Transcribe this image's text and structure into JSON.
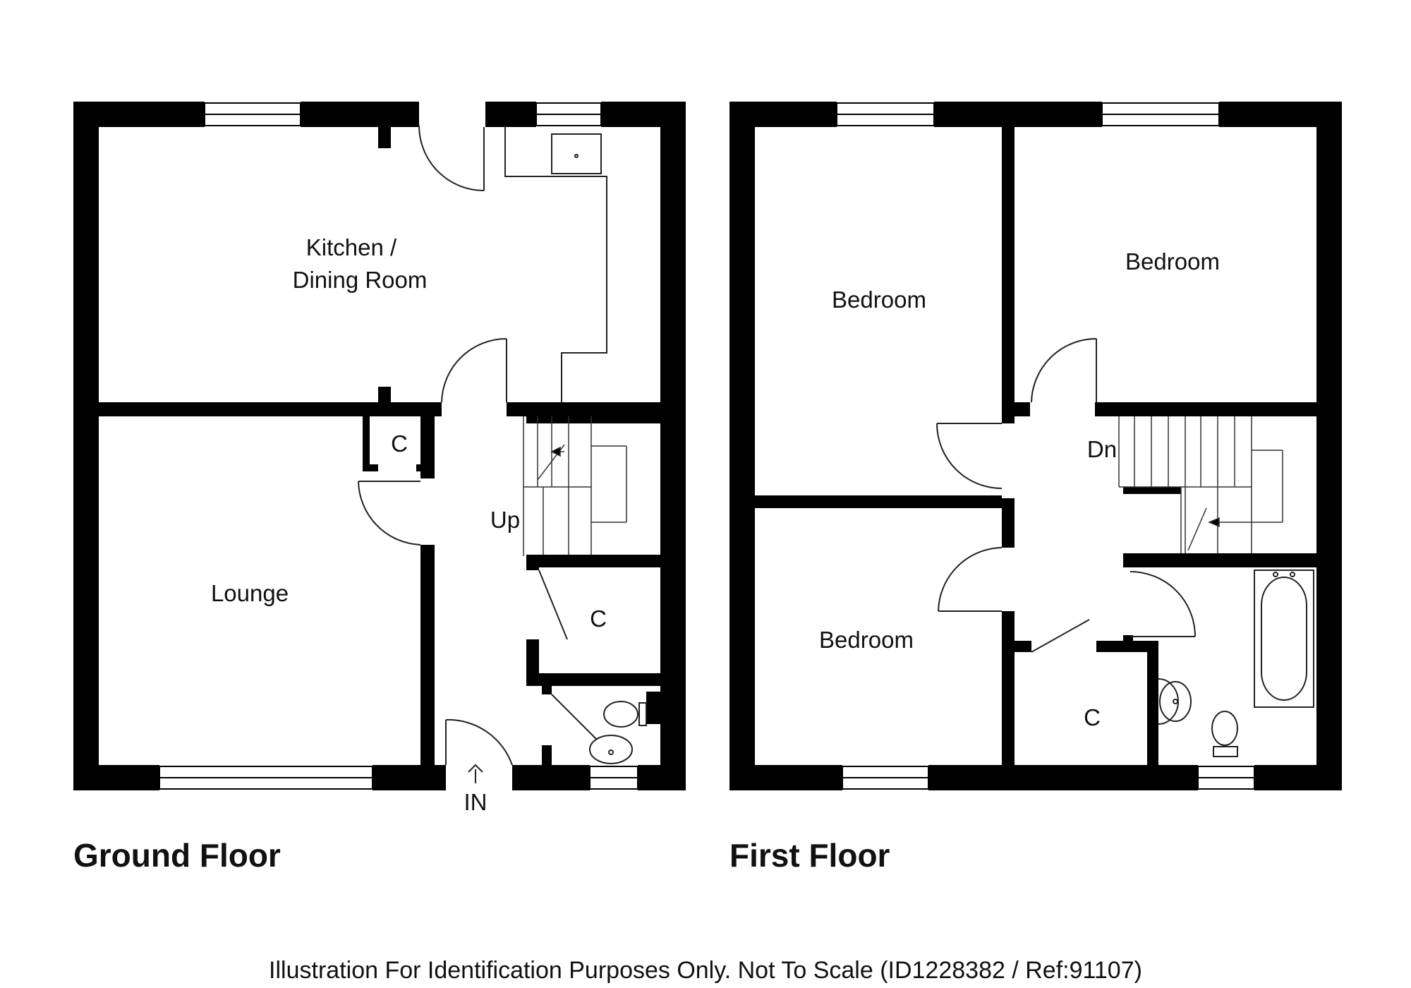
{
  "ground_floor": {
    "title": "Ground Floor",
    "rooms": {
      "kitchen_line1": "Kitchen /",
      "kitchen_line2": "Dining Room",
      "lounge": "Lounge",
      "cupboard_lounge": "C",
      "cupboard_hall": "C",
      "stairs": "Up",
      "entrance": "IN"
    }
  },
  "first_floor": {
    "title": "First Floor",
    "rooms": {
      "bedroom_left_top": "Bedroom",
      "bedroom_right_top": "Bedroom",
      "bedroom_bottom": "Bedroom",
      "cupboard": "C",
      "stairs": "Dn"
    }
  },
  "footer": {
    "disclaimer": "Illustration For Identification Purposes Only. Not To Scale (ID1228382 / Ref:91107)"
  },
  "colors": {
    "wall": "#000000",
    "line": "#333333",
    "background": "#ffffff"
  }
}
